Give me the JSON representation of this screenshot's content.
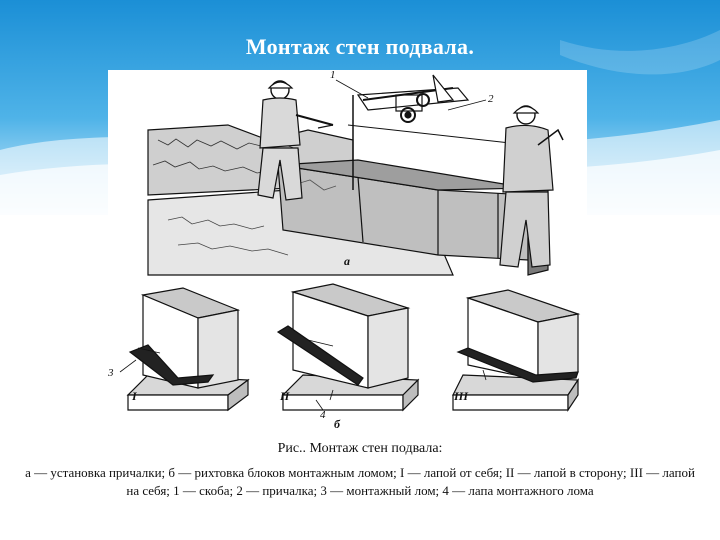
{
  "slide": {
    "title": "Монтаж стен подвала.",
    "colors": {
      "sky_top": "#1b8fd6",
      "sky_bottom": "#dff1fb",
      "ink": "#111111"
    }
  },
  "figure": {
    "top_labels": {
      "callout_1": "1",
      "callout_2": "2",
      "panel_a": "а"
    },
    "bottom_labels": {
      "callout_3": "3",
      "callout_4": "4",
      "method_1": "I",
      "method_2": "II",
      "method_3": "III",
      "panel_b": "б"
    }
  },
  "caption": {
    "title": "Рис.. Монтаж стен подвала:",
    "text": "а — установка причалки; б — рихтовка блоков монтажным ломом; I — лапой от себя; II — лапой в сторону; III — лапой на себя; 1 — скоба; 2 — причалка; 3 — монтажный лом; 4 — лапа монтажного лома"
  }
}
